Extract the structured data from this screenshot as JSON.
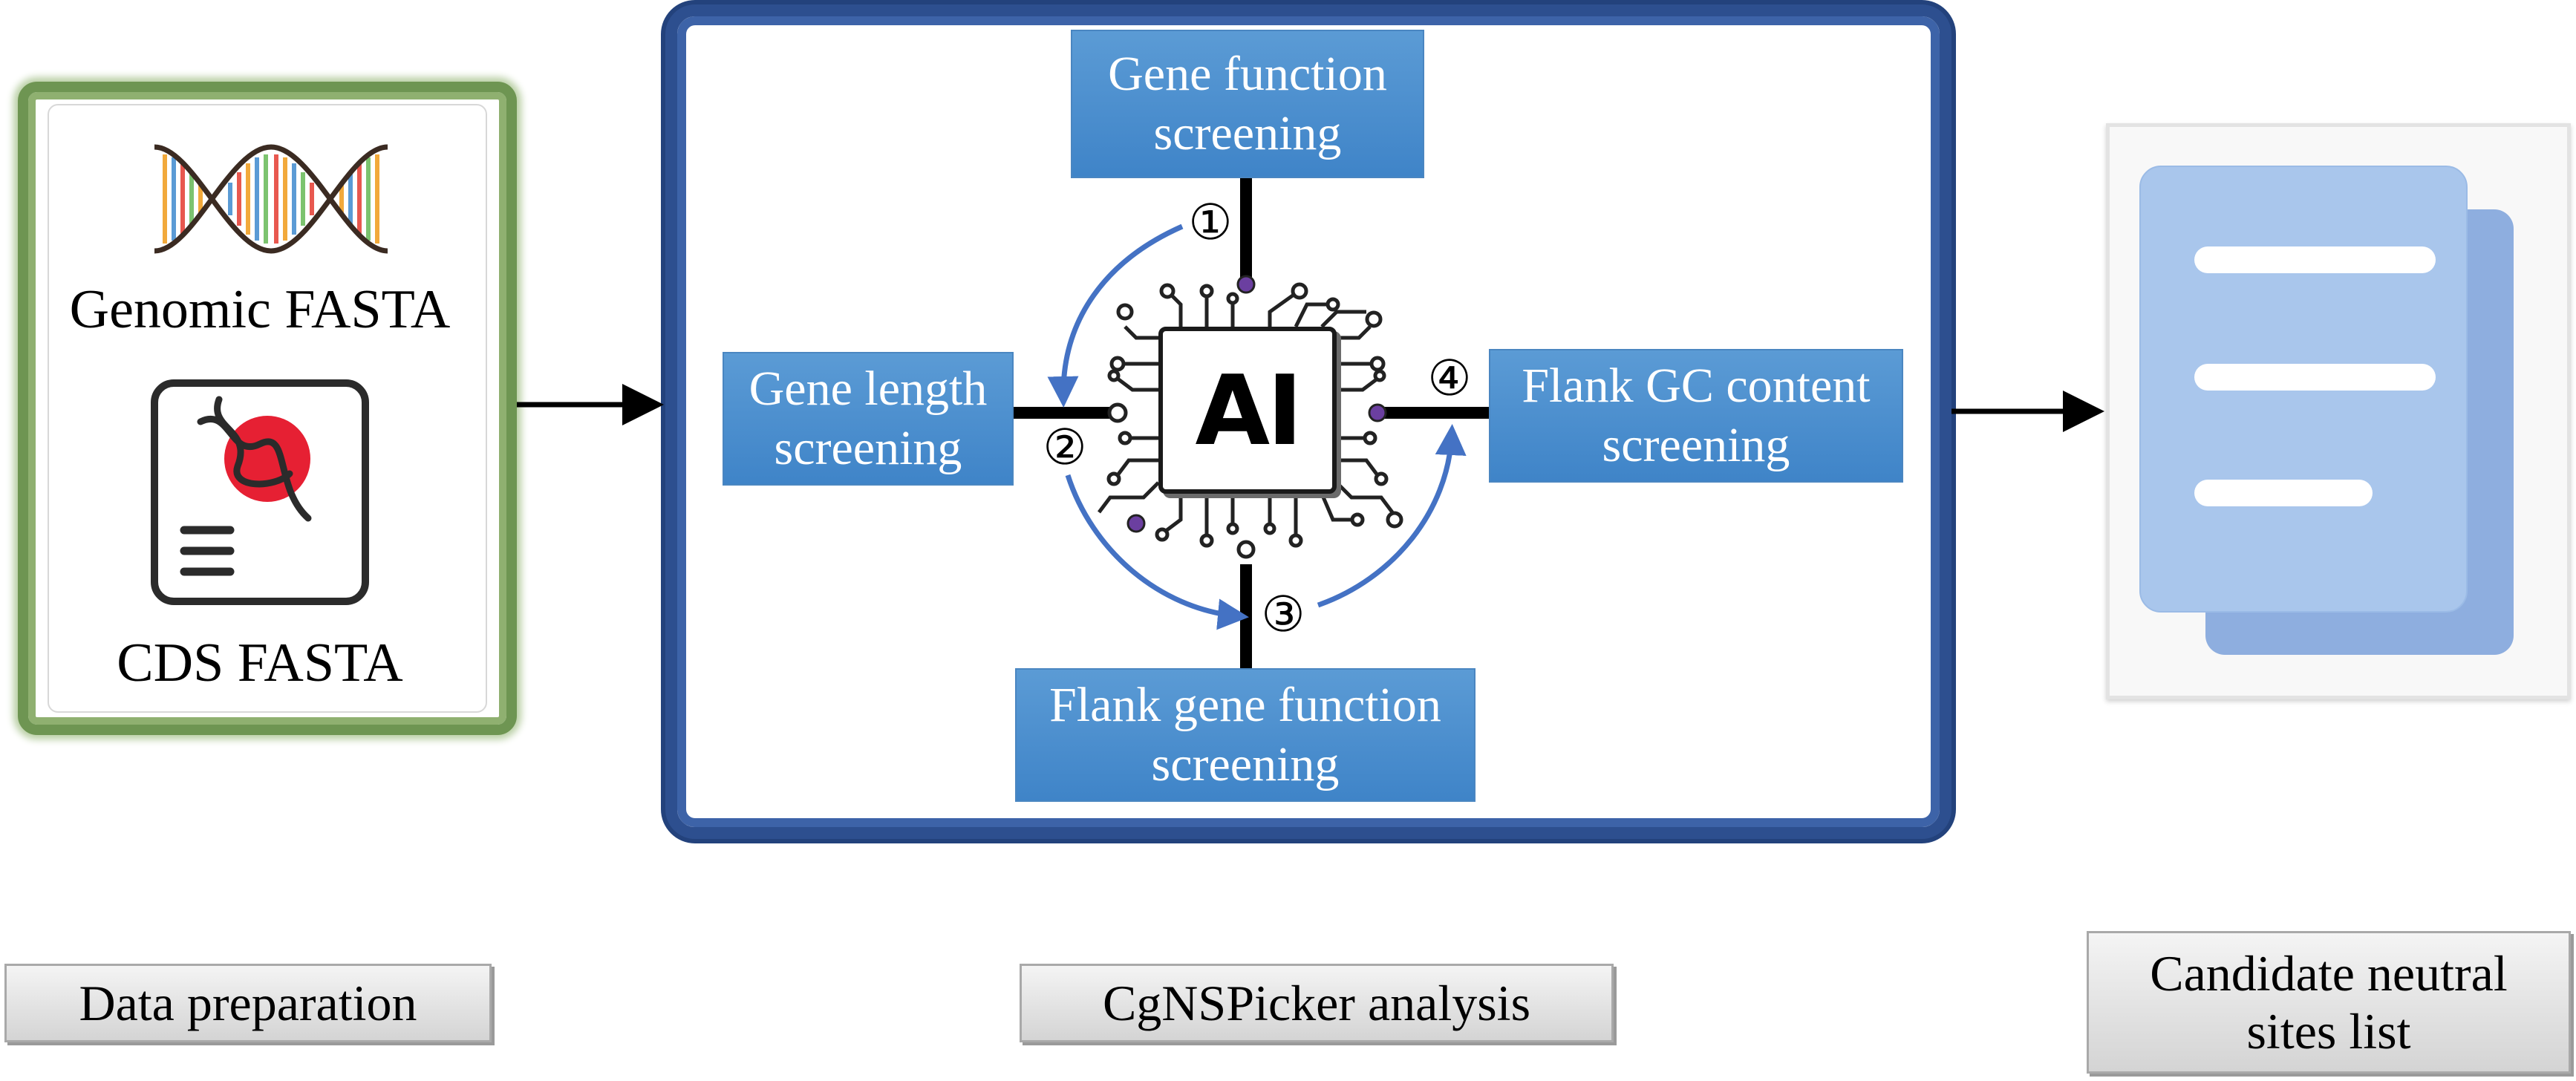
{
  "sections": {
    "prep_caption": "Data preparation",
    "analysis_caption": "CgNSPicker analysis",
    "output_caption": "Candidate neutral\nsites list"
  },
  "inputs": {
    "genomic": "Genomic FASTA",
    "cds": "CDS FASTA"
  },
  "steps": {
    "top": "Gene function\nscreening",
    "left": "Gene length\nscreening",
    "right": "Flank GC content\nscreening",
    "bottom": "Flank gene function\nscreening"
  },
  "step_numbers": [
    "①",
    "②",
    "③",
    "④"
  ],
  "chip_label": "AI",
  "icons": {
    "dna": "dna-helix-icon",
    "cds": "cds-document-icon",
    "chip": "ai-chip-icon",
    "output": "document-stack-icon"
  },
  "colors": {
    "step_box": "#4a8fd0",
    "prep_border": "#6e9552",
    "analysis_border": "#2d4f8f",
    "cycle_arrow": "#4472c4",
    "doc_front": "#a9c6ec",
    "doc_back": "#8eaedf"
  }
}
